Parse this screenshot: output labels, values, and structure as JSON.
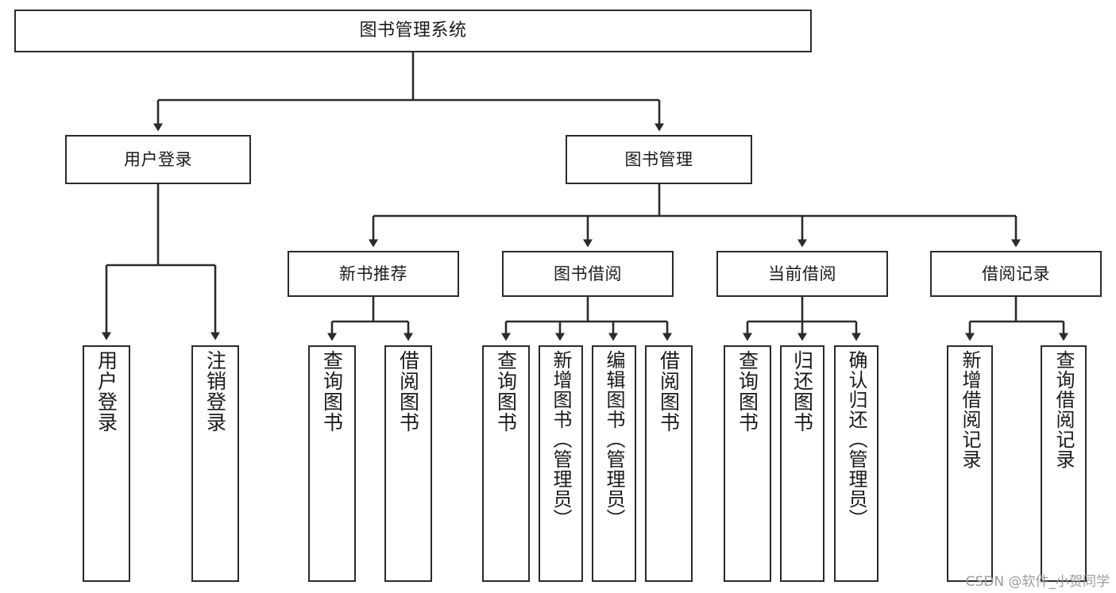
{
  "diagram": {
    "title": "图书管理系统",
    "type": "tree-hierarchy",
    "watermark": "CSDN @软件_小贺同学",
    "colors": {
      "background": "#ffffff",
      "box_border": "#2b2b2b",
      "box_fill": "#ffffff",
      "edge": "#2b2b2b",
      "text": "#1a1a1a",
      "watermark": "#9a9a9a"
    },
    "nodes": {
      "root": {
        "label": "图书管理系统"
      },
      "level2": [
        {
          "label": "用户登录"
        },
        {
          "label": "图书管理"
        }
      ],
      "level3": [
        {
          "label": "新书推荐"
        },
        {
          "label": "图书借阅"
        },
        {
          "label": "当前借阅"
        },
        {
          "label": "借阅记录"
        }
      ],
      "leaves": {
        "user_login": [
          {
            "label": "用户登录"
          },
          {
            "label": "注销登录"
          }
        ],
        "new_book_recommend": [
          {
            "label": "查询图书"
          },
          {
            "label": "借阅图书"
          }
        ],
        "book_borrow": [
          {
            "label": "查询图书"
          },
          {
            "label": "新增图书（管理员）"
          },
          {
            "label": "编辑图书（管理员）"
          },
          {
            "label": "借阅图书"
          }
        ],
        "current_borrow": [
          {
            "label": "查询图书"
          },
          {
            "label": "归还图书"
          },
          {
            "label": "确认归还（管理员）"
          }
        ],
        "borrow_records": [
          {
            "label": "新增借阅记录"
          },
          {
            "label": "查询借阅记录"
          }
        ]
      }
    }
  }
}
